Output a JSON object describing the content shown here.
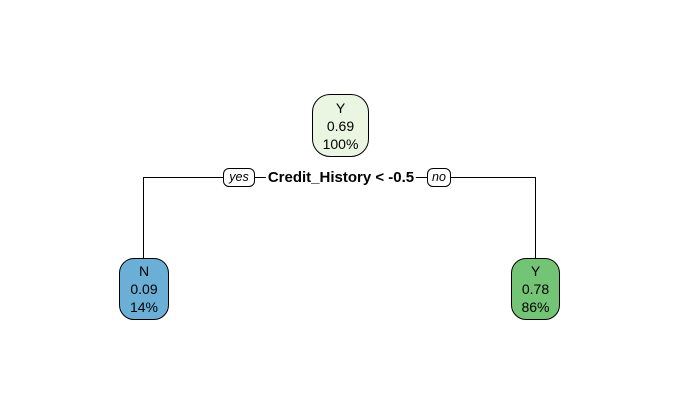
{
  "diagram": {
    "type": "decision-tree",
    "background": "#ffffff",
    "line_color": "#000000",
    "split": {
      "condition": "Credit_History < -0.5",
      "yes_label": "yes",
      "no_label": "no"
    },
    "nodes": {
      "root": {
        "class_label": "Y",
        "probability": "0.69",
        "coverage": "100%",
        "fill": "#ebf6e2",
        "border": "#000000"
      },
      "left": {
        "class_label": "N",
        "probability": "0.09",
        "coverage": "14%",
        "fill": "#6baed6",
        "border": "#000000"
      },
      "right": {
        "class_label": "Y",
        "probability": "0.78",
        "coverage": "86%",
        "fill": "#74c476",
        "border": "#000000"
      }
    },
    "edges": [
      {
        "from": "root",
        "to": "left",
        "branch": "yes"
      },
      {
        "from": "root",
        "to": "right",
        "branch": "no"
      }
    ]
  }
}
